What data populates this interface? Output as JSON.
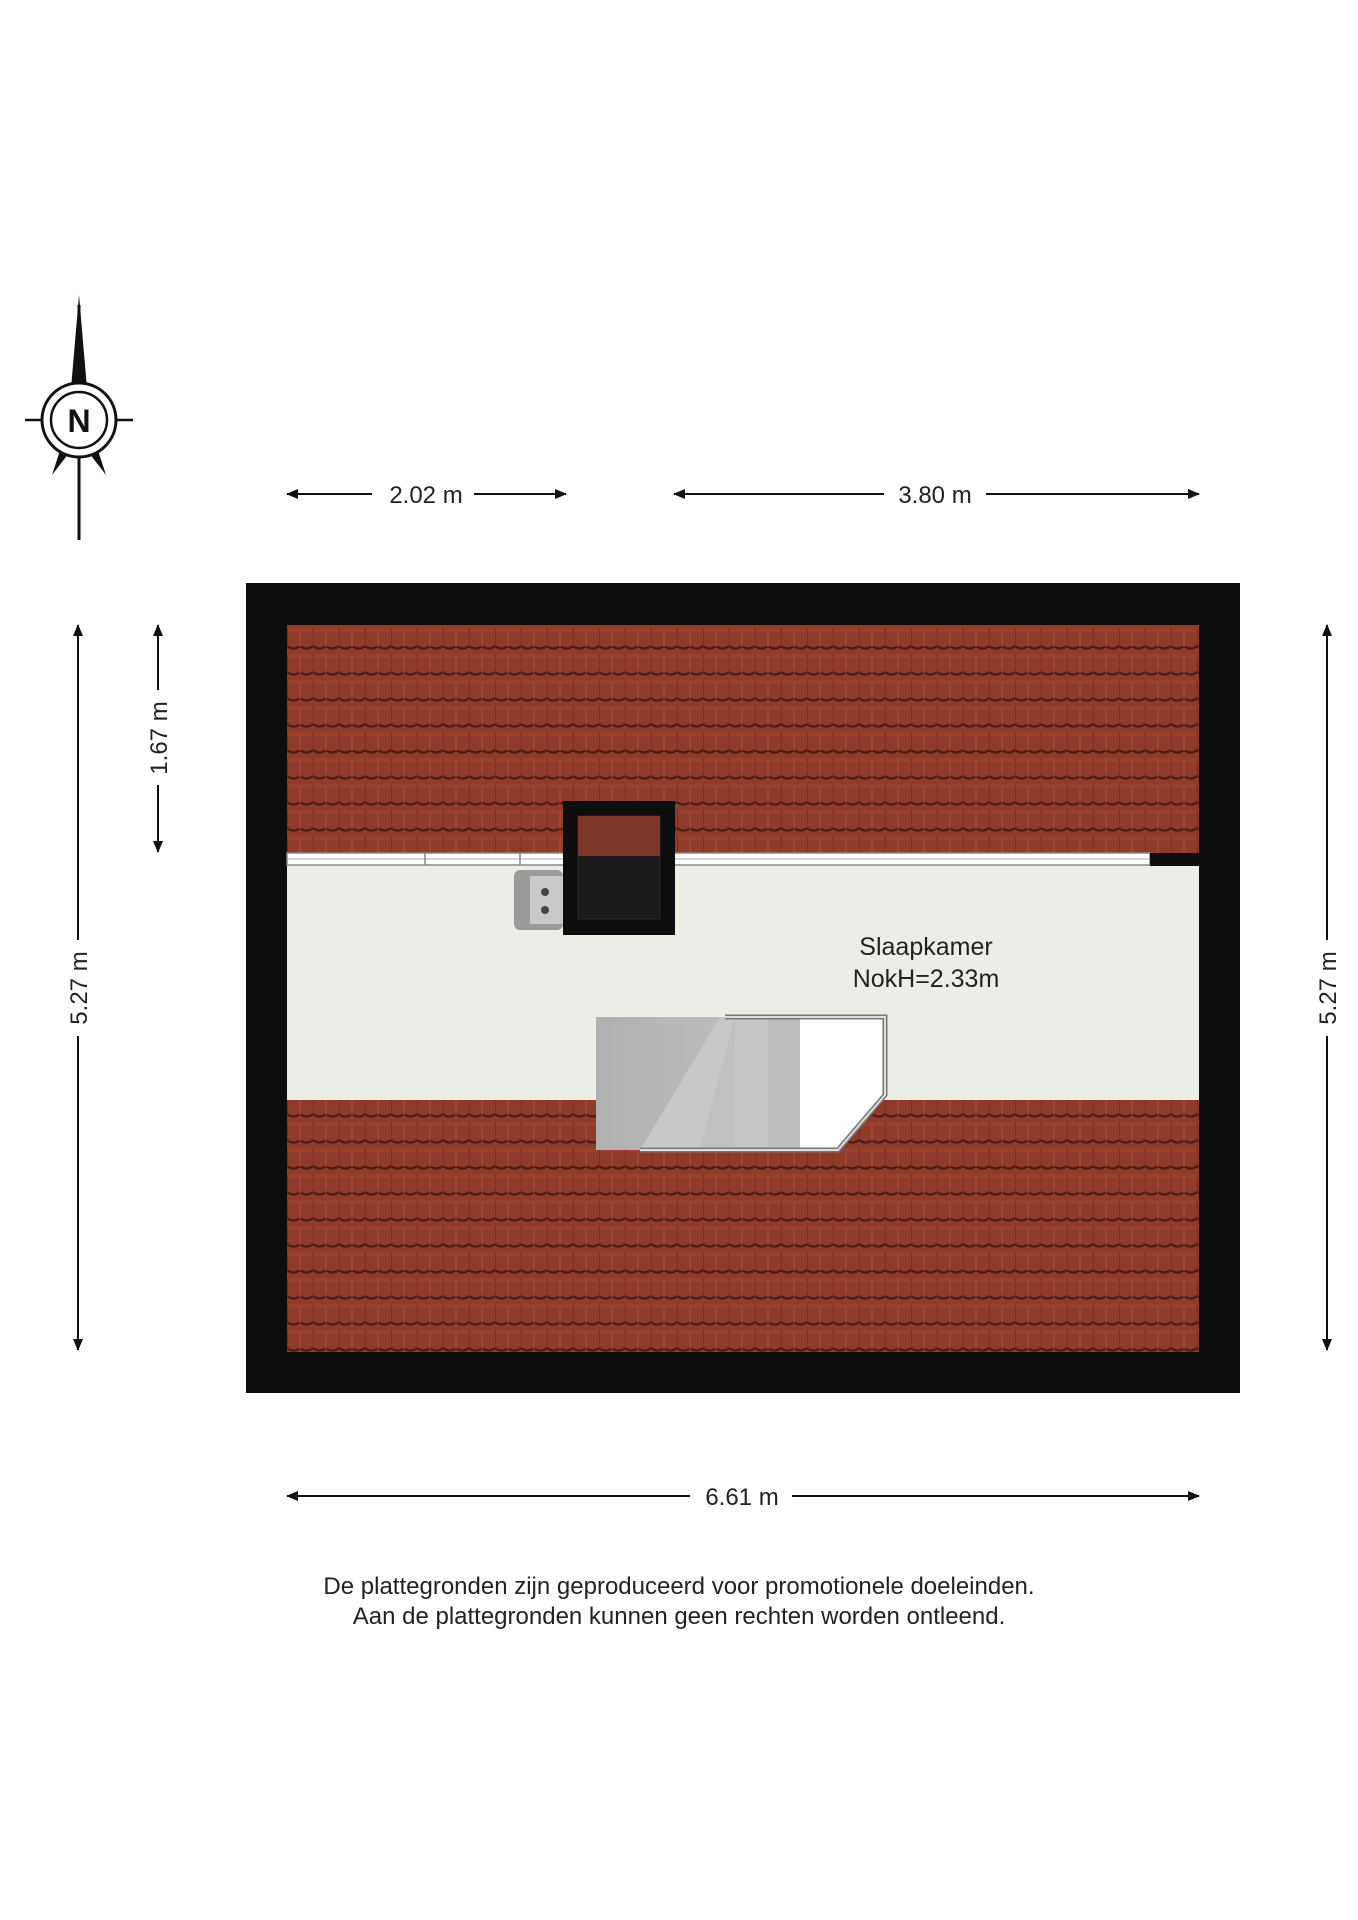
{
  "compass": {
    "letter": "N",
    "icon": "north-arrow-icon"
  },
  "dimensions": {
    "top_left": "2.02 m",
    "top_right": "3.80 m",
    "left_small": "1.67 m",
    "left_full": "5.27 m",
    "right_full": "5.27 m",
    "bottom": "6.61 m"
  },
  "room": {
    "name": "Slaapkamer",
    "height": "NokH=2.33m"
  },
  "disclaimer": {
    "line1": "De plattegronden zijn geproduceerd voor promotionele doeleinden.",
    "line2": "Aan de plattegronden kunnen geen rechten worden ontleend."
  },
  "colors": {
    "wall": "#0d0d0d",
    "roof_tile": "#8e3b2a",
    "roof_tile_edge": "#5a1f14",
    "floor": "#edede8",
    "stair": "#b7b7b7"
  }
}
